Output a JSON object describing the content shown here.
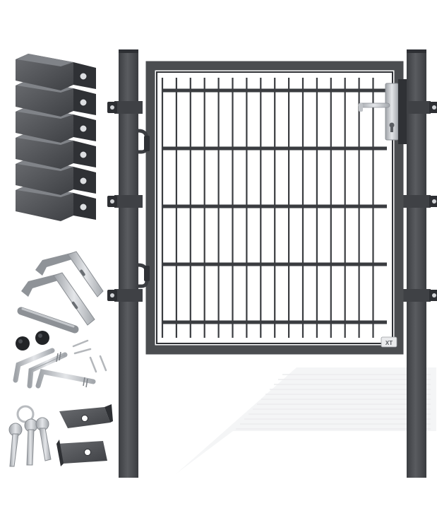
{
  "product": {
    "logo_text": "XT",
    "colors": {
      "frame": "#4b4d50",
      "frame_dark": "#34363a",
      "frame_light": "#66686c",
      "mesh": "#3a3c40",
      "steel": "#c9ccd0",
      "background": "#ffffff",
      "shadow": "#e6e7e9"
    },
    "accessories": {
      "post_clamp_count": 6,
      "wall_bracket_count": 2,
      "hinge_bolt_count": 2,
      "key_count": 3,
      "end_cap_count": 2
    }
  }
}
